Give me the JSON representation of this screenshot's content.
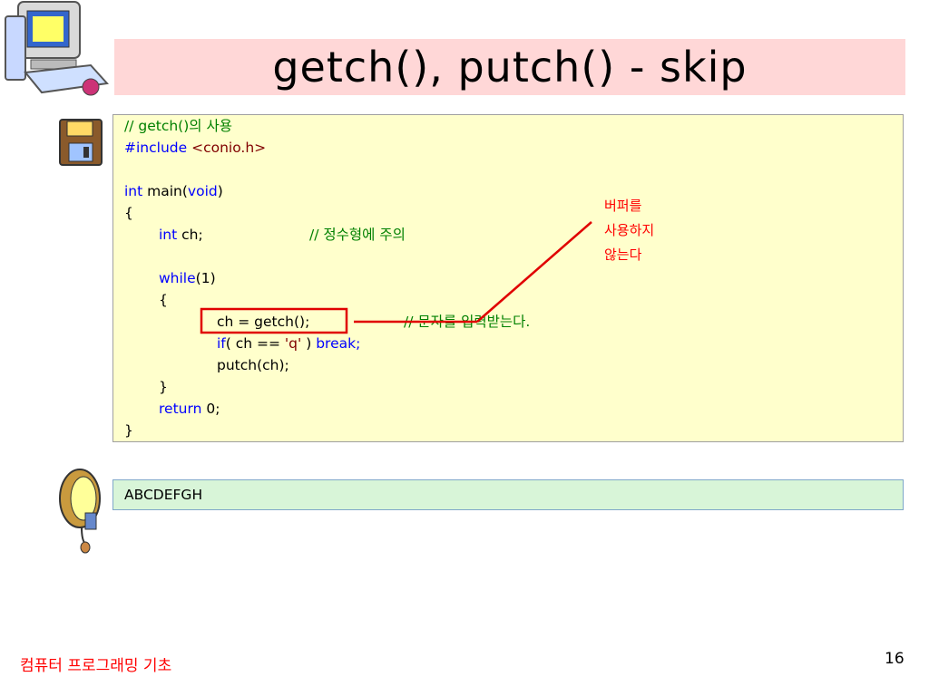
{
  "slide": {
    "title": "getch(), putch() - skip",
    "footer": "컴퓨터 프로그래밍 기초",
    "page_number": "16"
  },
  "code": {
    "l1_comment": "// getch()",
    "l1_comment_tail": "의 사용",
    "l2_include": "#include",
    "l2_header": "<conio.h>",
    "l3_int": "int",
    "l3_main": " main(",
    "l3_void": "void",
    "l3_close": ")",
    "l4_brace": "{",
    "l5_int": "int",
    "l5_ch": " ch;",
    "l5_comment": "// 정수형에 주의",
    "l6_while": "while",
    "l6_args": "(1)",
    "l7_brace": "{",
    "l8_getch": "ch = getch();",
    "l8_comment": "// 문자를 입력받는다.",
    "l9_if": "if",
    "l9_cond": "( ch == ",
    "l9_q": "'q'",
    "l9_close": " ) ",
    "l9_break": "break;",
    "l10_putch": "putch(ch);",
    "l11_brace": "}",
    "l12_return": "return",
    "l12_val": " 0;",
    "l13_brace": "}"
  },
  "output": {
    "text": "ABCDEFGH"
  },
  "annotation": {
    "line1": "버퍼를",
    "line2": "사용하지",
    "line3": "않는다"
  },
  "colors": {
    "title_bg": "#ffd7d7",
    "code_bg": "#ffffcc",
    "output_bg": "#d8f5d8",
    "keyword": "#0000ff",
    "comment": "#008000",
    "highlight": "#ff0000"
  }
}
